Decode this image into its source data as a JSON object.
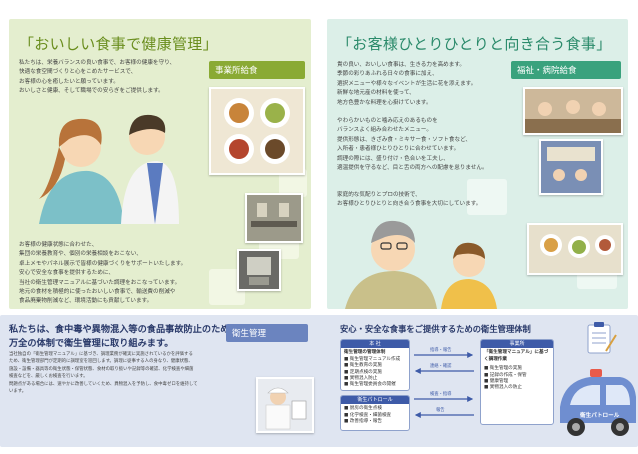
{
  "left": {
    "title": "「おいしい食事で健康管理」",
    "tag": "事業所給食",
    "intro": [
      "私たちは、栄養バランスの良い食事で、お客様の健康を守り、",
      "快適な食空間づくりと心をこめたサービスで、",
      "お客様の心を癒したいと願っています。",
      "おいしさと健康、そして職場での安らぎをご提供します。"
    ],
    "body": [
      "お客様の健康状態に合わせた、",
      "集団の栄養教育や、個別の栄養相談をおこない、",
      "卓上メモやパネル展示で皆様の健康づくりをサポートいたします。",
      "安心で安全な食事を提供するために、",
      "当社の衛生管理マニュアルに基づいた調理をおこなっています。",
      "地元の食材を積極的に使ったおいしい食事で、輸送費の削減や",
      "食品廃棄物削減など、環境活動にも貢献しています。"
    ]
  },
  "right": {
    "title": "「お客様ひとりひとりと向き合う食事」",
    "tag": "福祉・病院給食",
    "intro": [
      "貴の良い、おいしい食事は、生きる力を高めます。",
      "季節の彩りあふれる日々の食事に加え、",
      "選択メニューや様々なイベントが生活に花を添えます。",
      "新鮮な地元産の材料を使って、",
      "地方色豊かな料理を心掛けています。"
    ],
    "body": [
      "やわらかいものと噛み応えのあるものを",
      "バランスよく組み合わせたメニュー。",
      "提供形態は、きざみ食・ミキサー食・ソフト食など、",
      "入所者・患者様ひとりひとりに合わせています。",
      "調理の際には、盛り付け・色合いを工夫し、",
      "適温提供を守るなど、目と舌の両方への配慮を怠りません。"
    ],
    "closing": [
      "家庭的な気配りとプロの技術で、",
      "お客様ひとりひとりと向き合う食事を大切にしています。"
    ]
  },
  "bottom": {
    "heading_line1": "私たちは、食中毒や異物混入等の食品事故防止のため、",
    "heading_line2": "万全の体制で衛生管理に取り組みます。",
    "tag": "衛生管理",
    "body": [
      "当社独自の「衛生管理マニュアル」に基づき、調理業務が確実に実施されているかを評価する",
      "ため、衛生管理部門が定期的に調理室を巡回します。調理に従事する人の身なり、健康状態、",
      "施設・設備・器具等の衛生状態・保管状態、食材の取り扱いや記録等の確認、化学検査や細菌",
      "検査などを、厳しくお検査を行います。",
      "問題点がある場合には、速やかに改善していくため、異物混入を予防し、食中毒ゼロを維持して",
      "います。"
    ],
    "system_title": "安心・安全な食事をご提供するための衛生管理体制",
    "hq_title": "本 社",
    "hq_subtitle": "衛生管理の管理体制",
    "hq_items": [
      "■ 衛生管理マニュアル作成",
      "■ 衛生教育の実施",
      "■ 定期点検の実施",
      "■ 異物混入防止",
      "■ 衛生管理委員会の開催"
    ],
    "patrol_title": "衛生パトロール",
    "patrol_items": [
      "■ 厨房の衛生点検",
      "■ 化学検査・細菌検査",
      "■ 改善指導・報告"
    ],
    "site_title": "事業所",
    "site_subtitle": "「衛生管理マニュアル」に基づく調理作業",
    "site_items": [
      "■ 衛生管理の実施",
      "■ 記録の作成・保管",
      "■ 健康管理",
      "■ 異物混入の防止"
    ],
    "arrow_labels": [
      "指導・報告",
      "連絡・確認",
      "検査・指導",
      "報告"
    ],
    "car_label": "衛生パトロール"
  }
}
